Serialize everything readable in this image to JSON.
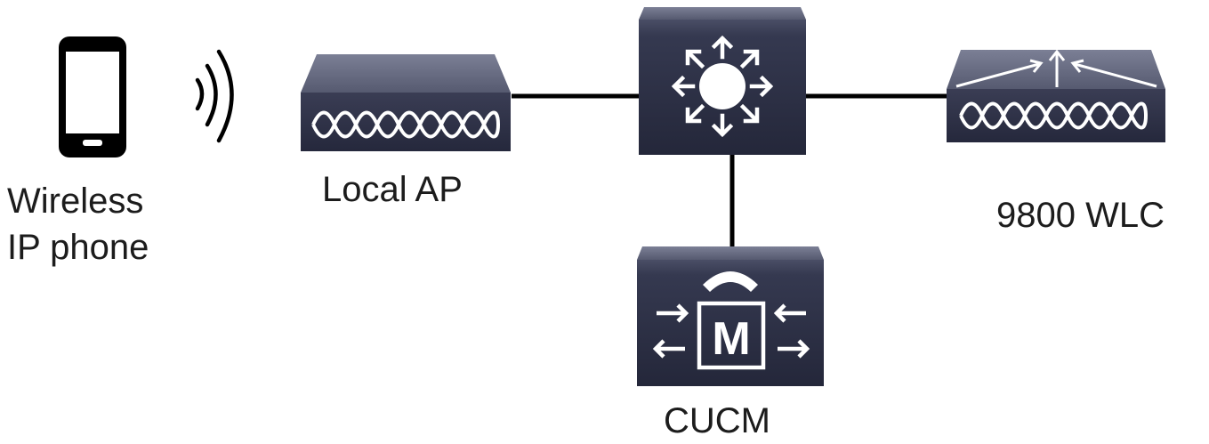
{
  "diagram": {
    "nodes": {
      "phone": {
        "label_line1": "Wireless",
        "label_line2": "IP phone",
        "icon": "smartphone-icon"
      },
      "access_point": {
        "label": "Local AP",
        "icon": "access-point-icon"
      },
      "switch": {
        "label": "",
        "icon": "multilayer-switch-icon"
      },
      "wlc": {
        "label": "9800 WLC",
        "icon": "wireless-lan-controller-icon"
      },
      "cucm": {
        "label": "CUCM",
        "icon": "call-manager-icon"
      }
    },
    "links": [
      {
        "from": "access_point",
        "to": "switch",
        "kind": "wired"
      },
      {
        "from": "switch",
        "to": "wlc",
        "kind": "wired"
      },
      {
        "from": "switch",
        "to": "cucm",
        "kind": "wired"
      },
      {
        "from": "phone",
        "to": "access_point",
        "kind": "wireless"
      }
    ],
    "colors": {
      "device_face": "#30334a",
      "device_top": "#6a6e84",
      "link": "#000000",
      "label": "#1c1c1c"
    }
  }
}
